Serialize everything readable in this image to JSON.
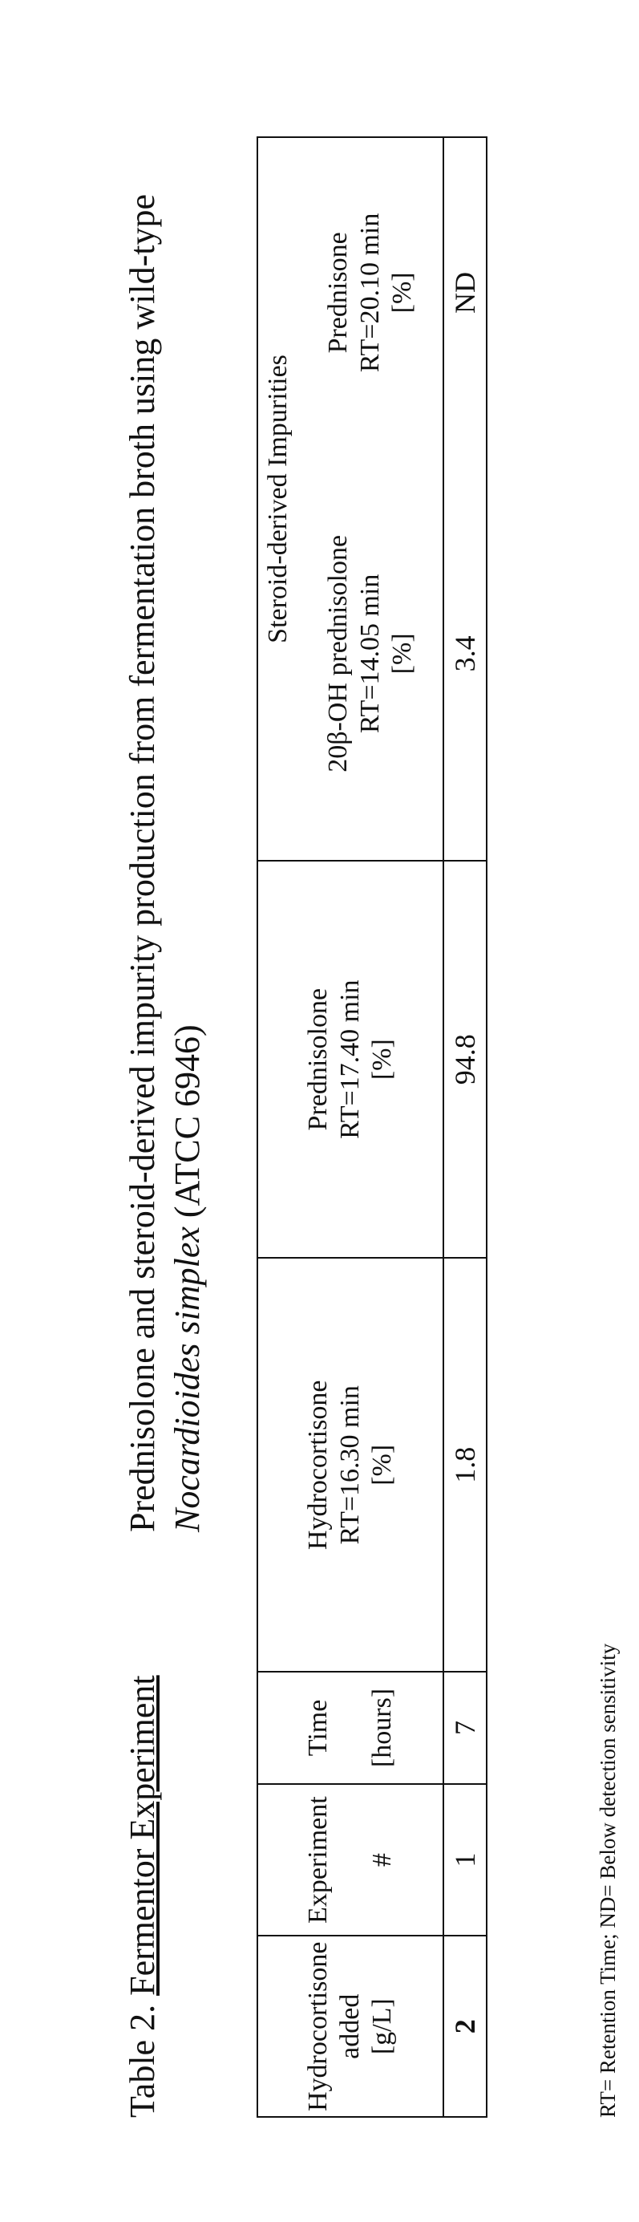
{
  "caption": {
    "label_prefix": "Table 2.",
    "label_underlined": "Fermentor Experiment",
    "text_line1": "Prednisolone and steroid-derived impurity production from fermentation broth using wild-type",
    "text_organism": "Nocardioides simplex",
    "text_strain": " (ATCC 6946)"
  },
  "table": {
    "headers": {
      "hydrocortisone_added": [
        "Hydrocortisone",
        "added",
        "[g/L]"
      ],
      "experiment": [
        "Experiment",
        "#"
      ],
      "time": [
        "Time",
        "[hours]"
      ],
      "hydrocortisone_rt": [
        "Hydrocortisone",
        "RT=16.30 min",
        "[%]"
      ],
      "prednisolone": [
        "Prednisolone",
        "RT=17.40 min",
        "[%]"
      ],
      "impurities_group": "Steroid-derived Impurities",
      "hydroxy_prednisolone": [
        "20β-OH prednisolone",
        "RT=14.05 min",
        "[%]"
      ],
      "prednisone": [
        "Prednisone",
        "RT=20.10 min",
        "[%]"
      ]
    },
    "rows": [
      {
        "hydrocortisone_added": "2",
        "experiment": "1",
        "time": "7",
        "hydrocortisone_pct": "1.8",
        "prednisolone_pct": "94.8",
        "hydroxy_prednisolone_pct": "3.4",
        "prednisone_pct": "ND"
      }
    ]
  },
  "footnote": "RT= Retention Time; ND= Below detection sensitivity"
}
